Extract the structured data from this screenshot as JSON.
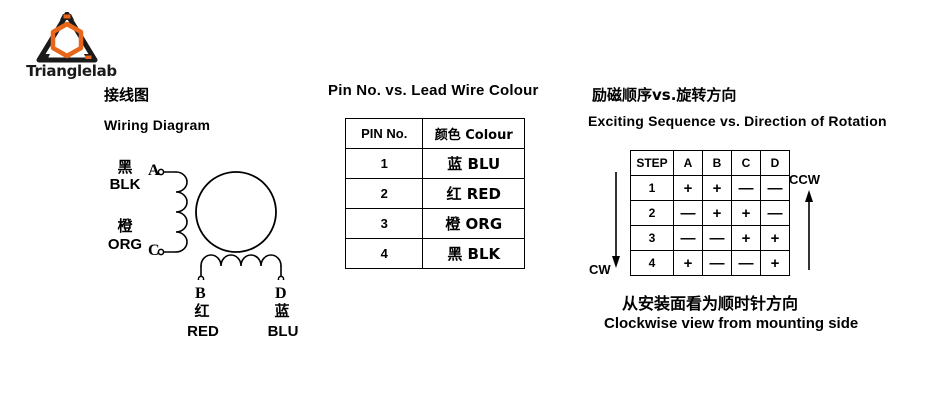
{
  "logo": {
    "wordmark": "Trianglelab",
    "mark_color": "#E8661A",
    "outline_color": "#1A1A1A"
  },
  "wiring": {
    "title_cn": "接线图",
    "title_en": "Wiring Diagram",
    "terminals": [
      {
        "letter": "A",
        "color_cn": "黑",
        "color_en": "BLK"
      },
      {
        "letter": "C",
        "color_cn": "橙",
        "color_en": "ORG"
      },
      {
        "letter": "B",
        "color_cn": "红",
        "color_en": "RED"
      },
      {
        "letter": "D",
        "color_cn": "蓝",
        "color_en": "BLU"
      }
    ]
  },
  "pin_table": {
    "title": "Pin No. vs. Lead Wire Colour",
    "headers": [
      "PIN No.",
      "颜色 Colour"
    ],
    "rows": [
      {
        "pin": "1",
        "colour": "蓝 BLU"
      },
      {
        "pin": "2",
        "colour": "红 RED"
      },
      {
        "pin": "3",
        "colour": "橙 ORG"
      },
      {
        "pin": "4",
        "colour": "黑 BLK"
      }
    ]
  },
  "sequence": {
    "title_cn": "励磁顺序vs.旋转方向",
    "title_en": "Exciting Sequence vs. Direction of Rotation",
    "headers": [
      "STEP",
      "A",
      "B",
      "C",
      "D"
    ],
    "rows": [
      {
        "step": "1",
        "a": "+",
        "b": "+",
        "c": "—",
        "d": "—"
      },
      {
        "step": "2",
        "a": "—",
        "b": "+",
        "c": "+",
        "d": "—"
      },
      {
        "step": "3",
        "a": "—",
        "b": "—",
        "c": "+",
        "d": "+"
      },
      {
        "step": "4",
        "a": "+",
        "b": "—",
        "c": "—",
        "d": "+"
      }
    ],
    "cw_label": "CW",
    "ccw_label": "CCW",
    "note_cn": "从安装面看为顺时针方向",
    "note_en": "Clockwise view from mounting side"
  }
}
